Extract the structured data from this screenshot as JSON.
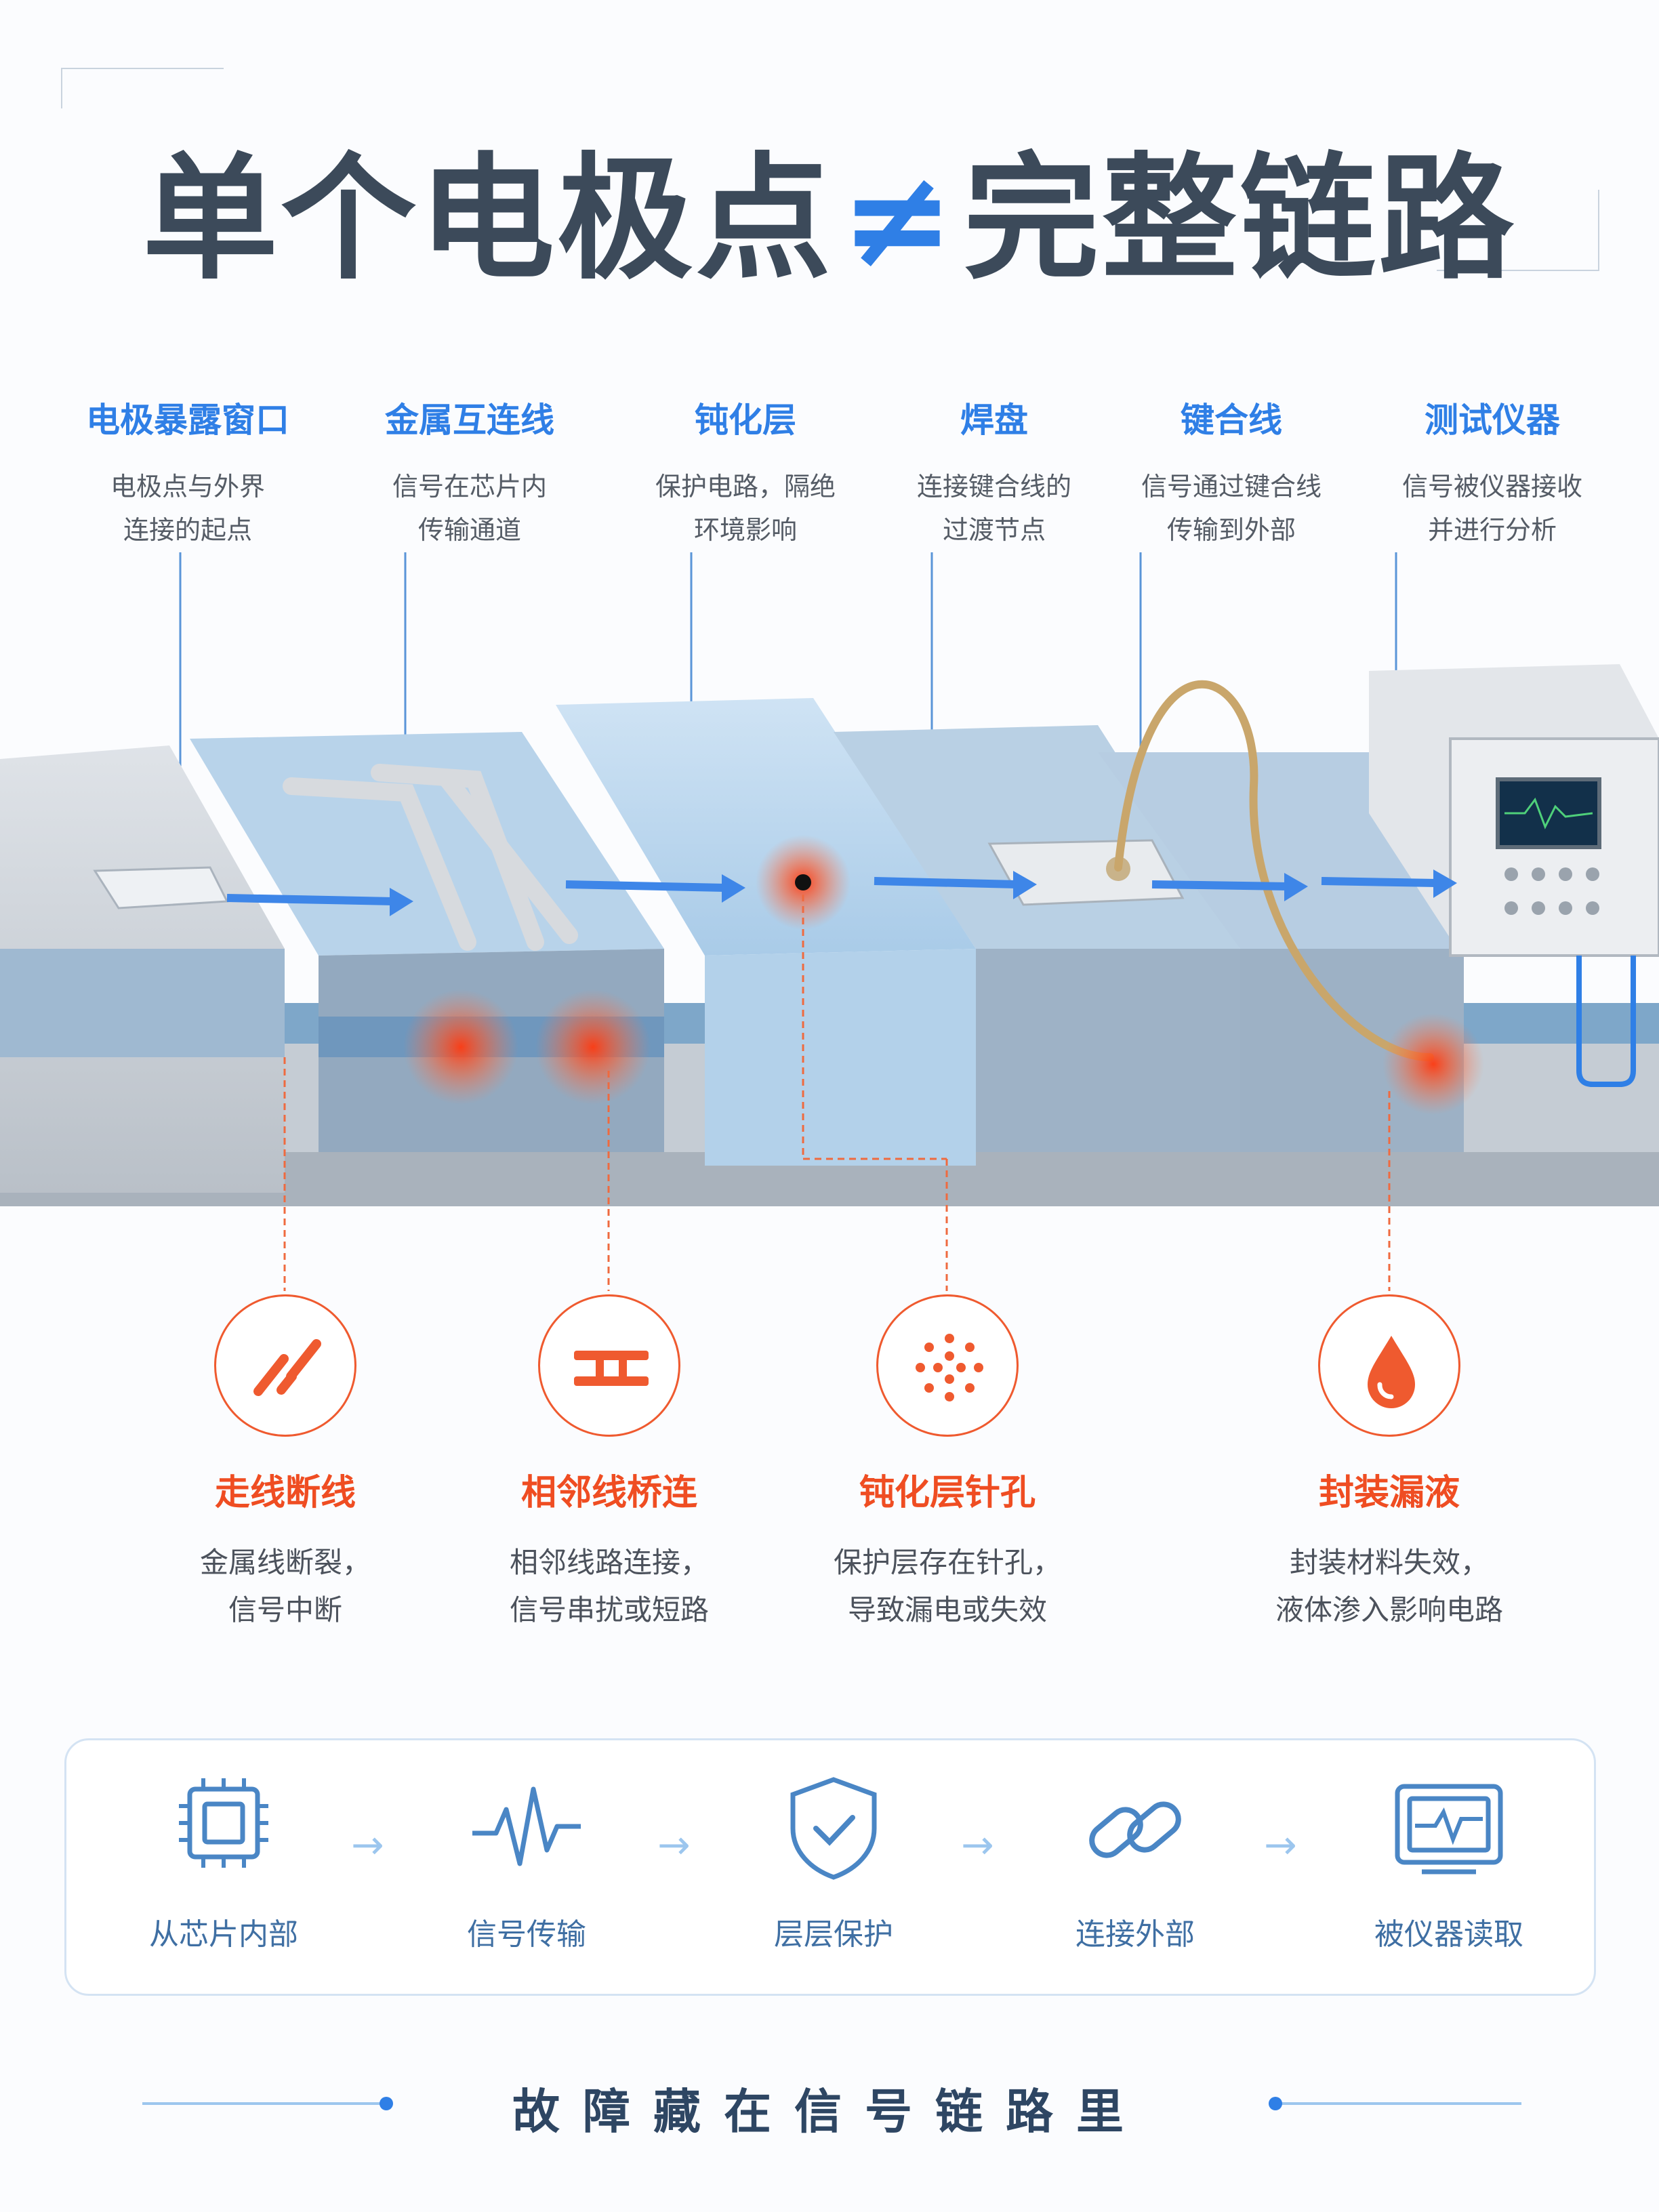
{
  "title": {
    "left": "单个电极点",
    "symbol": "≠",
    "right": "完整链路"
  },
  "components": [
    {
      "name": "电极暴露窗口",
      "desc_lines": [
        "电极点与外界",
        "连接的起点"
      ]
    },
    {
      "name": "金属互连线",
      "desc_lines": [
        "信号在芯片内",
        "传输通道"
      ]
    },
    {
      "name": "钝化层",
      "desc_lines": [
        "保护电路，隔绝",
        "环境影响"
      ]
    },
    {
      "name": "焊盘",
      "desc_lines": [
        "连接键合线的",
        "过渡节点"
      ]
    },
    {
      "name": "键合线",
      "desc_lines": [
        "信号通过键合线",
        "传输到外部"
      ]
    },
    {
      "name": "测试仪器",
      "desc_lines": [
        "信号被仪器接收",
        "并进行分析"
      ]
    }
  ],
  "faults": [
    {
      "icon": "broken-line-icon",
      "name": "走线断线",
      "desc_lines": [
        "金属线断裂，",
        "信号中断"
      ]
    },
    {
      "icon": "bridge-icon",
      "name": "相邻线桥连",
      "desc_lines": [
        "相邻线路连接，",
        "信号串扰或短路"
      ]
    },
    {
      "icon": "pinhole-dots-icon",
      "name": "钝化层针孔",
      "desc_lines": [
        "保护层存在针孔，",
        "导致漏电或失效"
      ]
    },
    {
      "icon": "droplet-icon",
      "name": "封装漏液",
      "desc_lines": [
        "封装材料失效，",
        "液体渗入影响电路"
      ]
    }
  ],
  "flow": [
    {
      "icon": "chip-icon",
      "label": "从芯片内部"
    },
    {
      "icon": "waveform-icon",
      "label": "信号传输"
    },
    {
      "icon": "shield-check-icon",
      "label": "层层保护"
    },
    {
      "icon": "chain-link-icon",
      "label": "连接外部"
    },
    {
      "icon": "monitor-icon",
      "label": "被仪器读取"
    }
  ],
  "footer": "故障藏在信号链路里",
  "colors": {
    "accent_blue": "#2f7fe6",
    "fault_red": "#ef4d22",
    "title_dark": "#3c4a5a",
    "wire_gold": "#c9a66b"
  }
}
